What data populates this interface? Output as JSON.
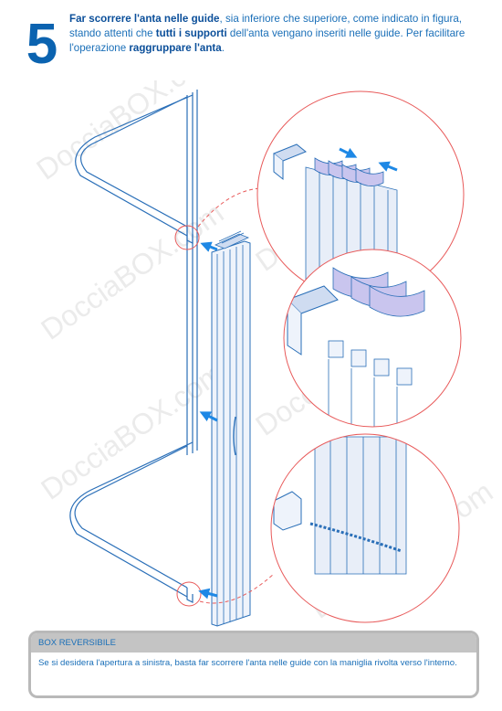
{
  "step": {
    "number": "5"
  },
  "instruction": {
    "line1_bold": "Far scorrere l'anta nelle guide",
    "line1_rest": ", sia inferiore che superiore, come indicato in figura, stando attenti che ",
    "bold2": "tutti i supporti",
    "rest2": " dell'anta vengano inseriti nelle guide. Per facilitare l'operazione ",
    "bold3": "raggruppare l'anta",
    "end": "."
  },
  "watermark": {
    "brand": "DocciaBOX.com"
  },
  "note_box": {
    "title": "BOX REVERSIBILE",
    "text": "Se si desidera l'apertura a sinistra, basta far scorrere l'anta nelle guide con la maniglia rivolta verso l'interno."
  },
  "colors": {
    "accent": "#1a6fb8",
    "arrow": "#1e88e5",
    "circle": "#e85a5a",
    "panel": "#b9c9e6",
    "box_border": "#b9b9b9"
  }
}
